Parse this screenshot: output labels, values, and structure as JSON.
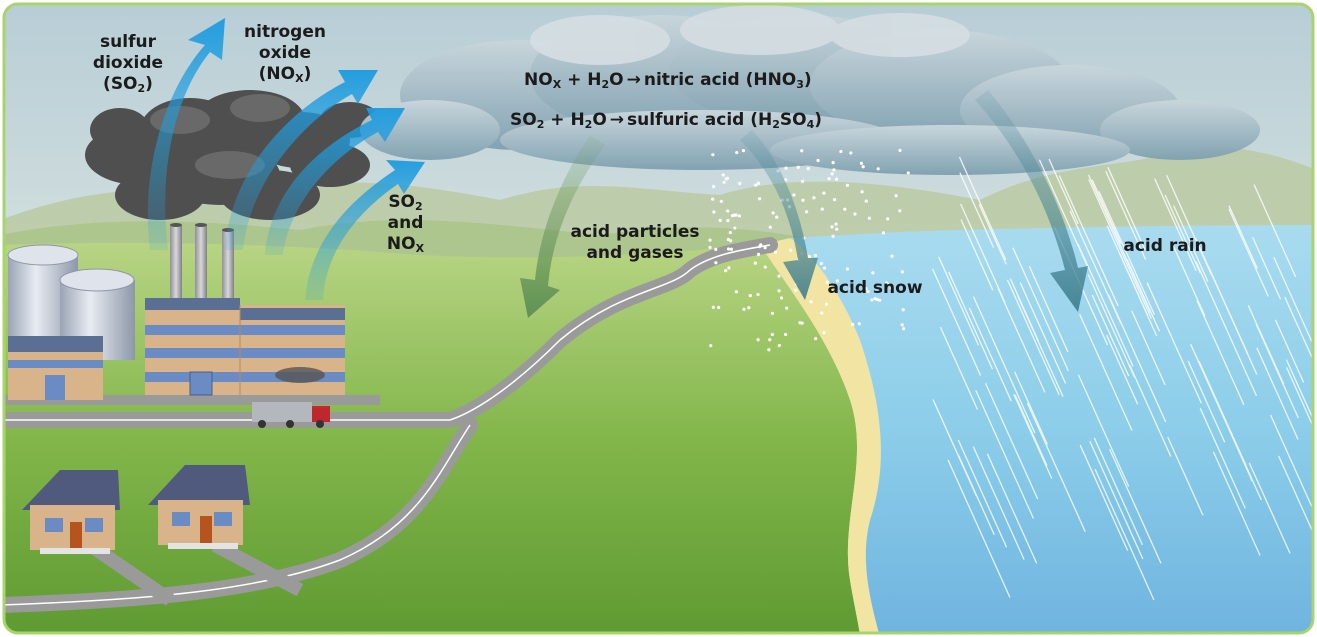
{
  "labels": {
    "so2_top": [
      "sulfur",
      "dioxide",
      "(SO",
      "2",
      ")"
    ],
    "nox_top": [
      "nitrogen",
      "oxide",
      "(NO",
      "X",
      ")"
    ],
    "so2_nox": [
      "SO",
      "2",
      "and",
      "NO",
      "X"
    ],
    "acid_particles": [
      "acid particles",
      "and gases"
    ],
    "acid_snow": "acid snow",
    "acid_rain": "acid rain"
  },
  "equations": {
    "eq1": {
      "r1": "NO",
      "r1sub": "X",
      "plus": " + H",
      "h2sub": "2",
      "o": "O",
      "product": "nitric acid (HNO",
      "psub": "3",
      "close": ")"
    },
    "eq2": {
      "r1": "SO",
      "r1sub": "2",
      "plus": " + H",
      "h2sub": "2",
      "o": "O",
      "product": "sulfuric acid (H",
      "psub1": "2",
      "mid": "SO",
      "psub2": "4",
      "close": ")"
    }
  },
  "colors": {
    "border": "#a8d46b",
    "sky_top": "#b9cfd8",
    "sky_bottom": "#e6ecdf",
    "ground": "#7fb448",
    "water": "#8ed0ef",
    "arrow_blue": "#2a9fd6",
    "arrow_green": "#6c9b5a",
    "smoke": "#4a4a4a"
  }
}
